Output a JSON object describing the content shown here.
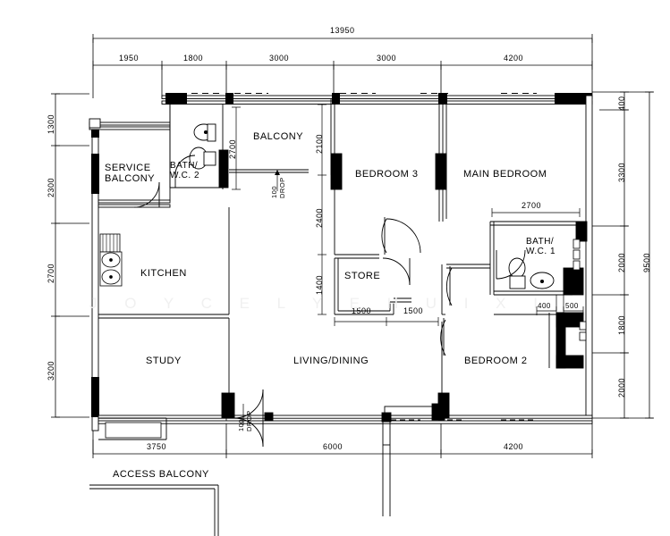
{
  "drawing": {
    "type": "residential-floor-plan",
    "watermark": "J O Y C E   L Y E   H U I   X I",
    "overall_width": "13950",
    "overall_height": "9500"
  },
  "rooms": [
    {
      "key": "service_balcony",
      "label_line1": "SERVICE",
      "label_line2": "BALCONY"
    },
    {
      "key": "bath_wc_2",
      "label_line1": "BATH/",
      "label_line2": "W.C.  2"
    },
    {
      "key": "balcony",
      "label": "BALCONY"
    },
    {
      "key": "bedroom_3",
      "label": "BEDROOM  3"
    },
    {
      "key": "main_bedroom",
      "label": "MAIN  BEDROOM"
    },
    {
      "key": "bath_wc_1",
      "label_line1": "BATH/",
      "label_line2": "W.C.  1"
    },
    {
      "key": "kitchen",
      "label": "KITCHEN"
    },
    {
      "key": "store",
      "label": "STORE"
    },
    {
      "key": "study",
      "label": "STUDY"
    },
    {
      "key": "living_dining",
      "label": "LIVING/DINING"
    },
    {
      "key": "bedroom_2",
      "label": "BEDROOM  2"
    },
    {
      "key": "access_balcony",
      "label": "ACCESS  BALCONY"
    }
  ],
  "dimensions": {
    "top_overall": "13950",
    "top_chain": [
      "1950",
      "1800",
      "3000",
      "3000",
      "4200"
    ],
    "left_chain": [
      "1300",
      "2300",
      "2700",
      "3200"
    ],
    "right_overall": "9500",
    "right_chain": [
      "400",
      "3300",
      "2000",
      "1800",
      "2000"
    ],
    "bottom_chain": [
      "3750",
      "6000",
      "4200"
    ],
    "interior": {
      "balcony_width": "2700",
      "balcony_depth": "2100",
      "bedroom3_depth": "2400",
      "store_depth": "1400",
      "store_half_left": "1500",
      "store_half_right": "1500",
      "bath1_width": "2700",
      "bath1_offset_left": "400",
      "bath1_offset_right": "500"
    },
    "notes": [
      {
        "key": "balcony_drop",
        "value": "100",
        "text": "DROP"
      },
      {
        "key": "entrance_drop",
        "value": "100",
        "text": "DROP"
      }
    ]
  },
  "colors": {
    "line": "#000000",
    "wall_fill": "#000000",
    "watermark": "#f0f0f0",
    "background": "#ffffff"
  }
}
